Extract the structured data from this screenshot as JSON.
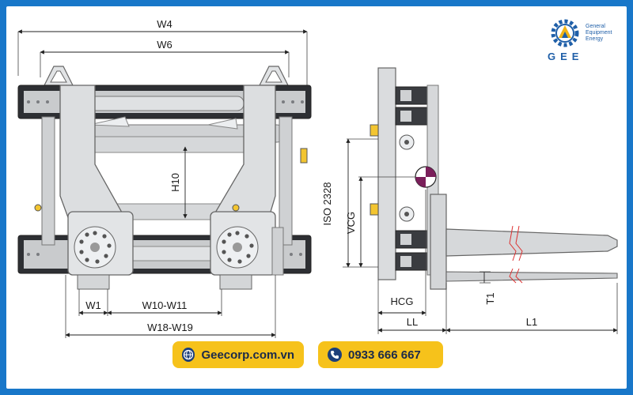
{
  "dimensions": {
    "w4": "W4",
    "w6": "W6",
    "h10": "H10",
    "w1": "W1",
    "w10_w11": "W10-W11",
    "w18_w19": "W18-W19",
    "iso": "ISO 2328",
    "vcg": "VCG",
    "hcg": "HCG",
    "ll": "LL",
    "l1": "L1",
    "t1": "T1"
  },
  "logo": {
    "brand": "GEE",
    "line1": "General",
    "line2": "Equipment",
    "line3": "Energy"
  },
  "contact": {
    "website": "Geecorp.com.vn",
    "phone": "0933 666 667"
  },
  "colors": {
    "frame": "#1877c9",
    "pill": "#f6c21b",
    "metal": "#d4d6d8"
  }
}
